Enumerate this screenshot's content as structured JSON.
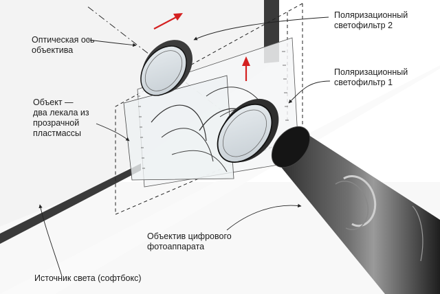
{
  "labels": {
    "optical_axis": [
      "Оптическая ось",
      "объектива"
    ],
    "object": [
      "Объект —",
      "два лекала из",
      "прозрачной",
      "пластмассы"
    ],
    "polarizer_2": [
      "Поляризационный",
      "светофильтр 2"
    ],
    "polarizer_1": [
      "Поляризационный",
      "светофильтр 1"
    ],
    "lens": [
      "Объектив цифрового",
      "фотоаппарата"
    ],
    "light_source": [
      "Источник света (софтбокс)"
    ]
  },
  "colors": {
    "arrow": "#d42020",
    "wall": "#f3f3f3",
    "floor": "#f7f7f7",
    "band": "#3a3a3a",
    "outline": "#222222"
  }
}
